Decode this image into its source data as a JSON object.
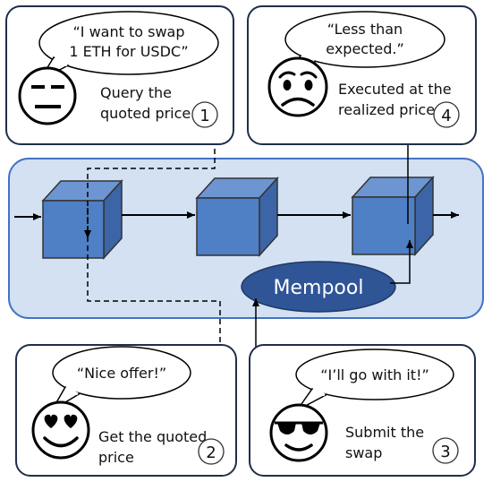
{
  "panels": {
    "query": {
      "speech": [
        "“I want to swap",
        "1 ETH for USDC”"
      ],
      "caption": [
        "Query the",
        "quoted price"
      ],
      "step": "1",
      "face": "neutral-face-icon"
    },
    "executed": {
      "speech": [
        "“Less than",
        "expected.”"
      ],
      "caption": [
        "Executed at the",
        "realized price"
      ],
      "step": "4",
      "face": "worried-face-icon"
    },
    "get_quote": {
      "speech": [
        "“Nice offer!”"
      ],
      "caption": [
        "Get the quoted",
        "price"
      ],
      "step": "2",
      "face": "heart-eyes-face-icon"
    },
    "submit": {
      "speech": [
        "“I’ll go with it!”"
      ],
      "caption": [
        "Submit the",
        "swap"
      ],
      "step": "3",
      "face": "sunglasses-face-icon"
    }
  },
  "chain": {
    "mempool_label": "Mempool",
    "colors": {
      "band_fill": "#d3e1f3",
      "band_stroke": "#4472c4",
      "block_front": "#4f7fc4",
      "block_top": "#6c95d2",
      "block_side": "#3b65a6",
      "mempool_fill": "#2f5597",
      "mempool_text": "#ffffff"
    }
  }
}
